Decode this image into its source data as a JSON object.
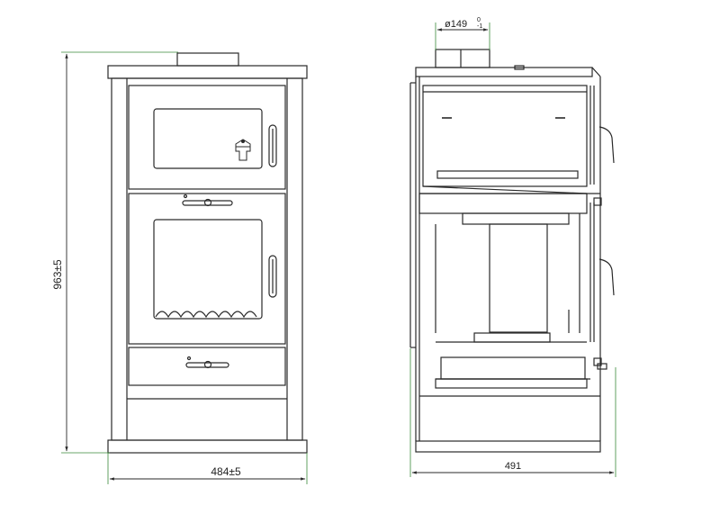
{
  "dimensions": {
    "height_label": "963±5",
    "front_width_label": "484±5",
    "side_depth_label": "491",
    "flue_diameter_label": "ø149",
    "flue_tolerance_upper": "0",
    "flue_tolerance_lower": "-1"
  },
  "colors": {
    "line": "#2a2a2a",
    "dimension_line": "#3a8a3a",
    "background": "#ffffff"
  }
}
